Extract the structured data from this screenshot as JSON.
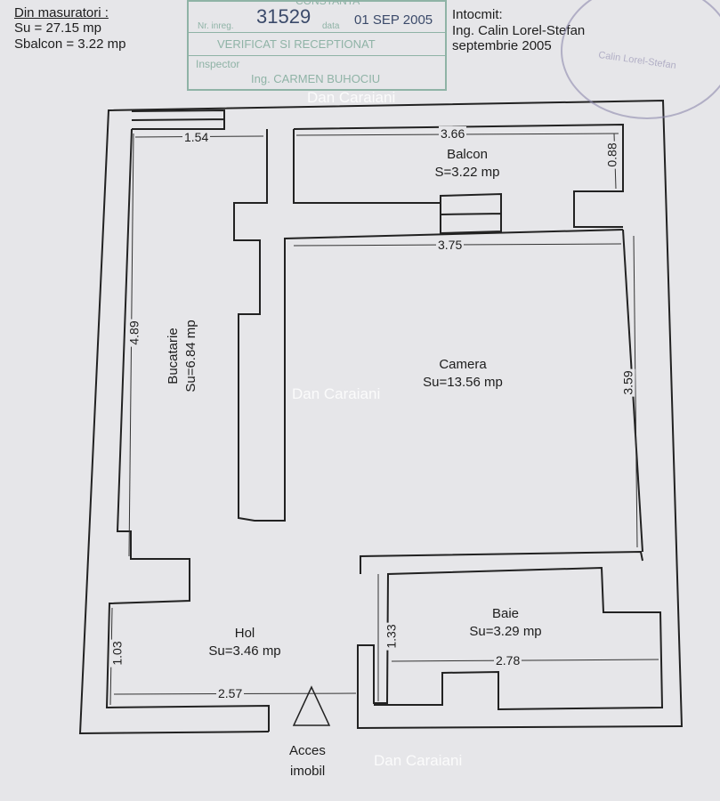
{
  "header": {
    "measurements_title": "Din masuratori :",
    "su_total": "Su = 27.15 mp",
    "s_balcon": "Sbalcon = 3.22 mp",
    "author_label": "Intocmit:",
    "author_name": "Ing. Calin Lorel-Stefan",
    "author_date": "septembrie 2005"
  },
  "stamp": {
    "city": "CONSTANTA",
    "reg_label": "Nr. inreg.",
    "reg_number": "31529",
    "date_label": "data",
    "date_value": "01 SEP 2005",
    "verified": "VERIFICAT SI RECEPTIONAT",
    "inspector_label": "Inspector",
    "inspector_name": "Ing. CARMEN BUHOCIU"
  },
  "seal": {
    "text": "Calin Lorel-Stefan"
  },
  "watermark": "Dan Caraiani",
  "rooms": {
    "balcon": {
      "name": "Balcon",
      "area": "S=3.22 mp"
    },
    "bucatarie": {
      "name": "Bucatarie",
      "area": "Su=6.84 mp"
    },
    "camera": {
      "name": "Camera",
      "area": "Su=13.56 mp"
    },
    "hol": {
      "name": "Hol",
      "area": "Su=3.46 mp"
    },
    "baie": {
      "name": "Baie",
      "area": "Su=3.29 mp"
    }
  },
  "dimensions": {
    "kitchen_width": "1.54",
    "balcon_width": "3.66",
    "balcon_depth": "0.88",
    "camera_width": "3.75",
    "kitchen_length": "4.89",
    "camera_length": "3.59",
    "hol_depth": "1.03",
    "baie_depth": "1.33",
    "baie_width": "2.78",
    "hol_width": "2.57"
  },
  "entrance": {
    "line1": "Acces",
    "line2": "imobil"
  }
}
